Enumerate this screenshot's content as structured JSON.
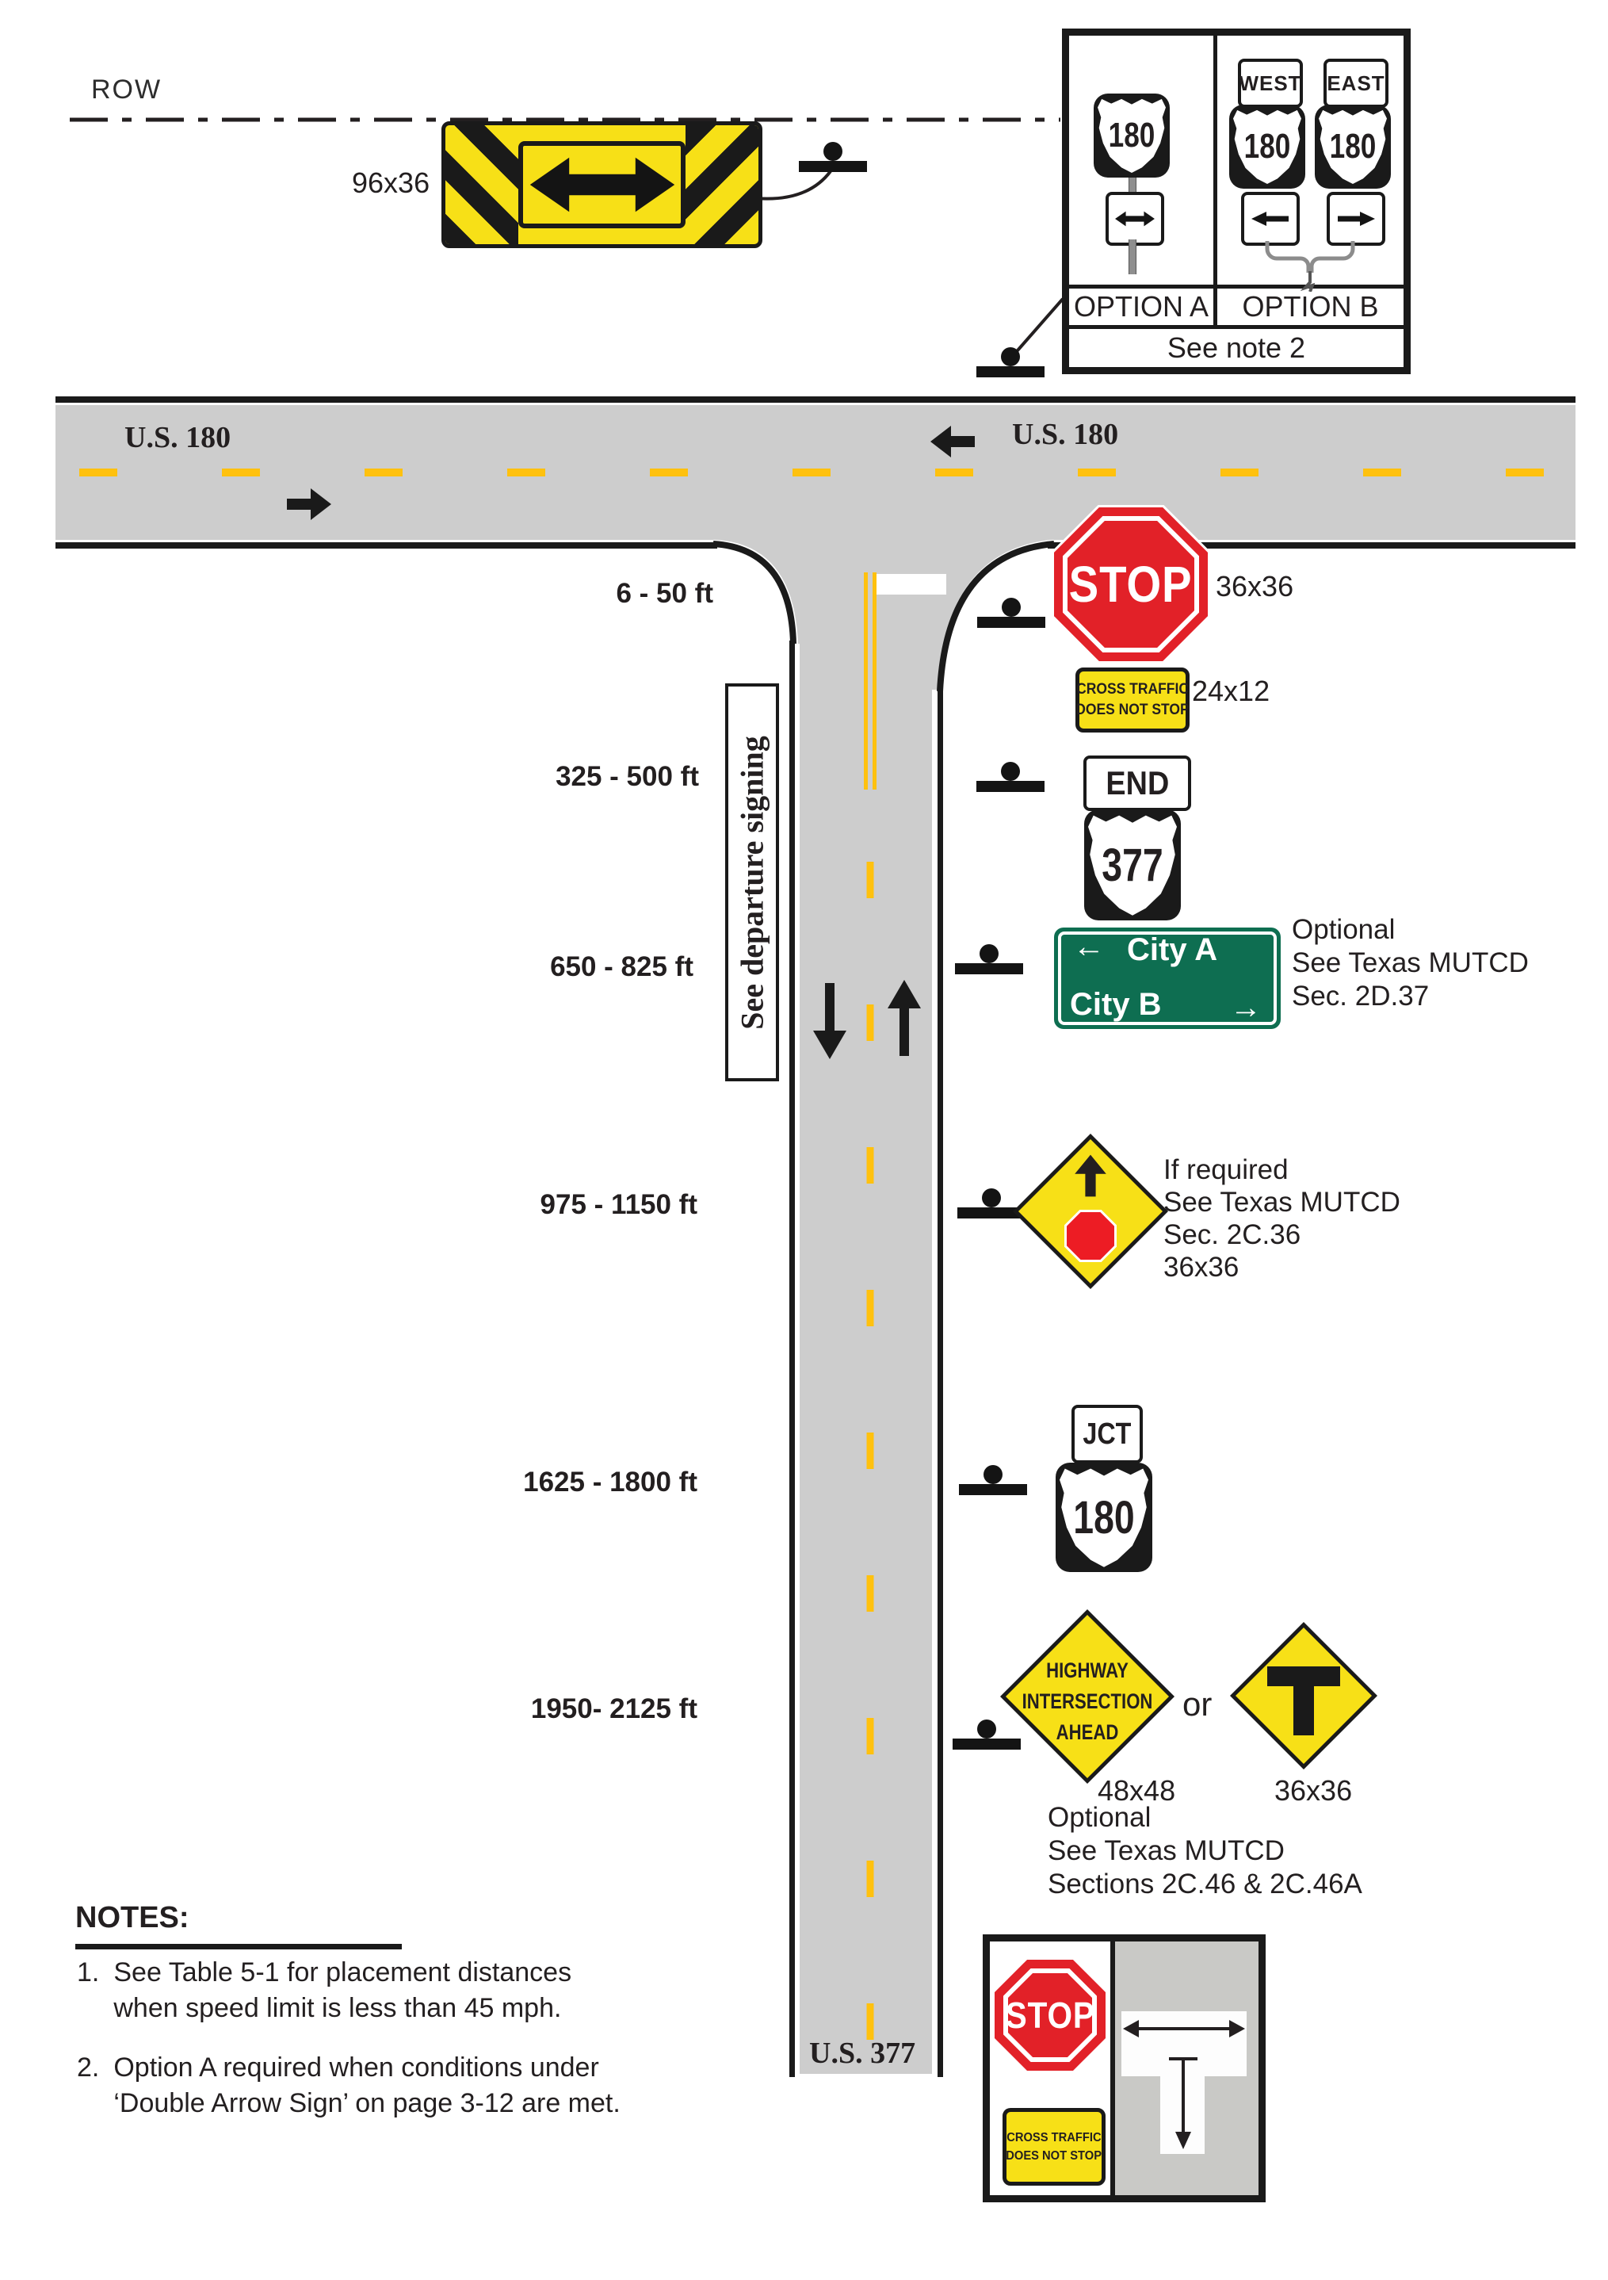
{
  "colors": {
    "pavement": "#cdcdcd",
    "edge_line": "#1a1a1a",
    "road_yellow": "#FFC10E",
    "sign_yellow": "#F7E017",
    "stop_red": "#E22128",
    "guide_green": "#0E6E51",
    "ink": "#231f20"
  },
  "row_label": "ROW",
  "row_sign": {
    "size_label": "96x36"
  },
  "option_box": {
    "route": "180",
    "west": "WEST",
    "east": "EAST",
    "option_a_label": "OPTION A",
    "option_b_label": "OPTION B",
    "note": "See note 2"
  },
  "roads": {
    "us180_left": "U.S. 180",
    "us180_right": "U.S. 180",
    "us377": "U.S. 377",
    "departure_note": "See departure signing"
  },
  "distances": [
    "6 - 50 ft",
    "325 - 500 ft",
    "650 - 825 ft",
    "975 - 1150 ft",
    "1625 - 1800 ft",
    "1950- 2125 ft"
  ],
  "signs": {
    "stop": {
      "text": "STOP",
      "size": "36x36"
    },
    "cross_traffic": {
      "line1": "CROSS TRAFFIC",
      "line2": "DOES NOT STOP",
      "size": "24x12"
    },
    "end_route": {
      "end": "END",
      "route": "377"
    },
    "guide": {
      "left_arrow": "←",
      "city_a": "City A",
      "city_b": "City B",
      "right_arrow": "→",
      "note1": "Optional",
      "note2": "See Texas MUTCD",
      "note3": "Sec. 2D.37"
    },
    "stop_ahead": {
      "note1": "If required",
      "note2": "See Texas MUTCD",
      "note3": "Sec. 2C.36",
      "note4": "36x36"
    },
    "jct": {
      "plaque": "JCT",
      "route": "180"
    },
    "intersection_warning": {
      "line1": "HIGHWAY",
      "line2": "INTERSECTION",
      "line3": "AHEAD",
      "size": "48x48",
      "or": "or",
      "t_size": "36x36",
      "note1": "Optional",
      "note2": "See Texas MUTCD",
      "note3": "Sections 2C.46 & 2C.46A"
    }
  },
  "notes": {
    "heading": "NOTES:",
    "item1_num": "1.",
    "item1_line1": "See Table 5-1 for placement distances",
    "item1_line2": "when speed limit is less than 45 mph.",
    "item2_num": "2.",
    "item2_line1": "Option A required when conditions under",
    "item2_line2": "‘Double Arrow Sign’ on page 3-12 are met."
  },
  "legend_box": {
    "stop": "STOP",
    "plaque_line1": "CROSS TRAFFIC",
    "plaque_line2": "DOES NOT STOP"
  }
}
